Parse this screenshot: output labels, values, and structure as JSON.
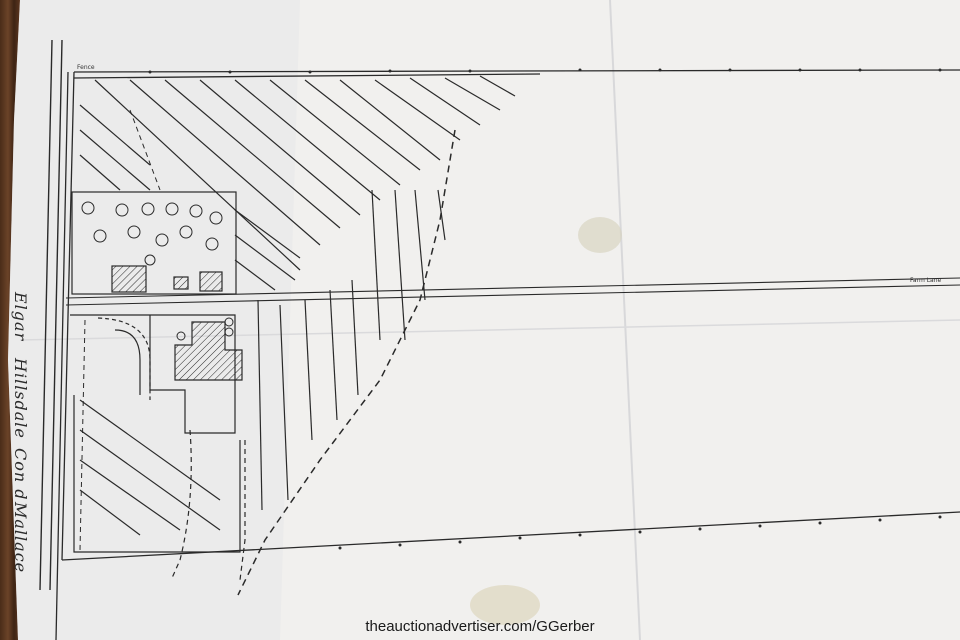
{
  "road_labels": {
    "road_line1": "Elgar",
    "road_line2": "Hillsdale",
    "road_line3": "Con d",
    "road_line4": "Mallace"
  },
  "map_labels": {
    "corner_label": "Fence",
    "farm_lane_label": "Farm Lane"
  },
  "watermark": "theauctionadvertiser.com/GGerber"
}
